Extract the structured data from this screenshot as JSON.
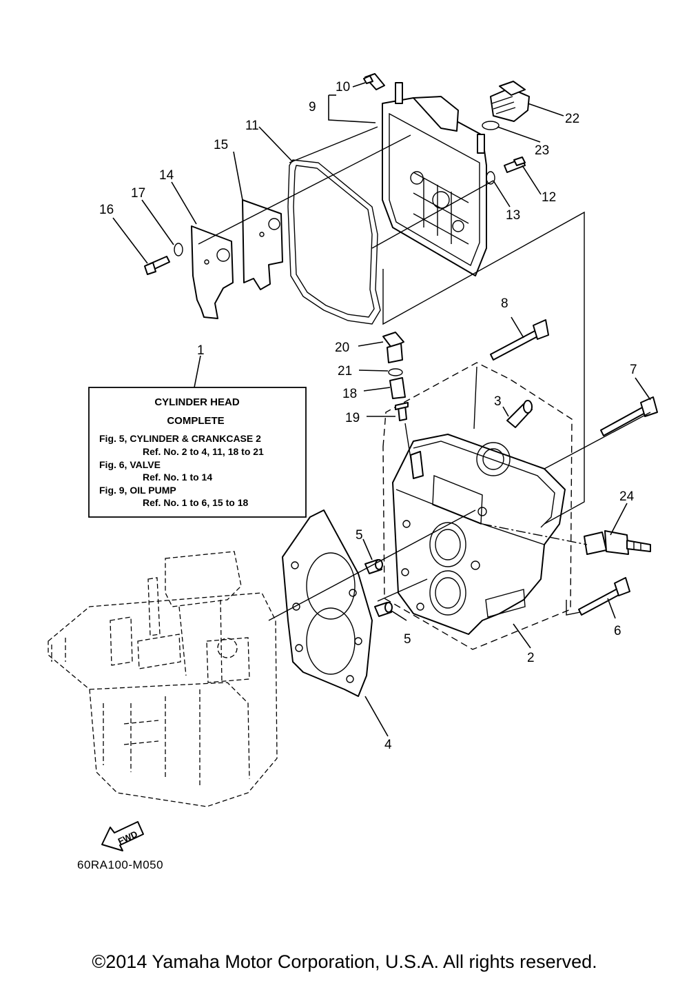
{
  "info_box": {
    "title_line1": "CYLINDER HEAD",
    "title_line2": "COMPLETE",
    "lines": [
      "Fig. 5, CYLINDER & CRANKCASE 2",
      "Ref. No. 2 to 4, 11, 18 to 21",
      "Fig. 6, VALVE",
      "Ref. No. 1 to 14",
      "Fig. 9, OIL PUMP",
      "Ref. No. 1 to 6, 15 to 18"
    ]
  },
  "callouts": [
    "1",
    "2",
    "3",
    "4",
    "5",
    "5",
    "6",
    "7",
    "8",
    "9",
    "10",
    "11",
    "12",
    "13",
    "14",
    "15",
    "16",
    "17",
    "18",
    "19",
    "20",
    "21",
    "22",
    "23",
    "24"
  ],
  "fwd_label": "FWD",
  "diagram_code": "60RA100-M050",
  "copyright": "©2014 Yamaha Motor Corporation, U.S.A. All rights reserved."
}
